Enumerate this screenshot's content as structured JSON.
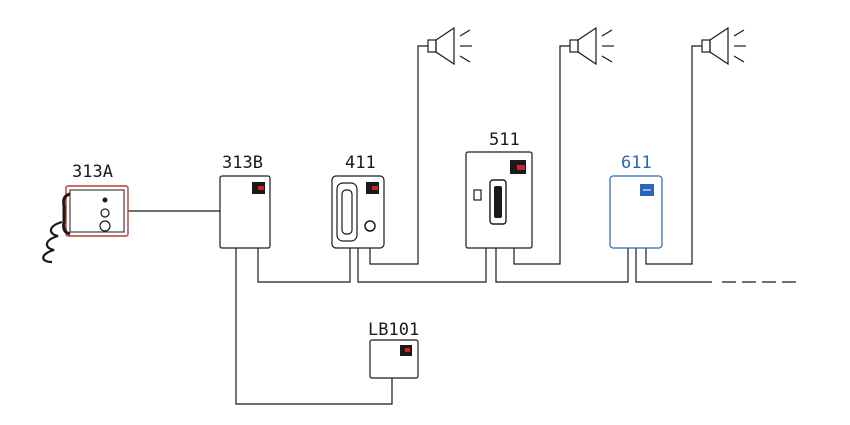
{
  "devices": [
    {
      "id": "313A",
      "label": "313A",
      "kind": "handset-station"
    },
    {
      "id": "313B",
      "label": "313B",
      "kind": "panel"
    },
    {
      "id": "411",
      "label": "411",
      "kind": "phone-station"
    },
    {
      "id": "511",
      "label": "511",
      "kind": "phone-station-large"
    },
    {
      "id": "611",
      "label": "611",
      "kind": "panel",
      "color": "#2a66b8"
    },
    {
      "id": "LB101",
      "label": "LB101",
      "kind": "panel-small"
    }
  ],
  "speakers": [
    {
      "name": "speaker-icon",
      "for": "411"
    },
    {
      "name": "speaker-icon",
      "for": "511"
    },
    {
      "name": "speaker-icon",
      "for": "611"
    }
  ],
  "colors": {
    "line": "#1a1a1a",
    "accent_red": "#d0202a",
    "blue": "#2a66b8",
    "handset_red": "#c0392b"
  }
}
